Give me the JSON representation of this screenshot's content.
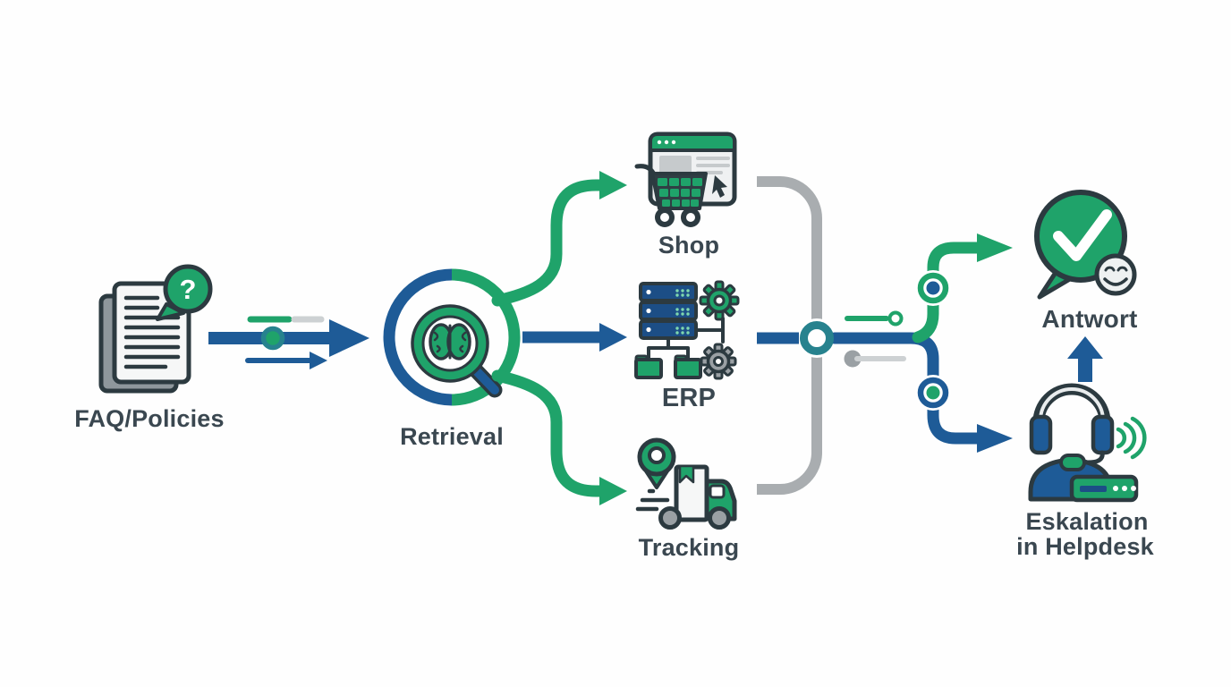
{
  "palette": {
    "green": "#1FA36A",
    "blue": "#1E5B97",
    "navy": "#1C4E86",
    "teal": "#27828E",
    "outline": "#2C3A40",
    "text": "#3A4750",
    "gray": "#A9ADB0",
    "gray_light": "#CDD1D3",
    "gray_mid": "#9AA0A4",
    "paper_gray": "#8E979C",
    "surface": "#EFF1F2",
    "background": "#FEFEFE"
  },
  "nodes": {
    "faq": {
      "label": "FAQ/Policies",
      "icon": "documents-question-icon",
      "badge_glyph": "?"
    },
    "retrieval": {
      "label": "Retrieval",
      "icon": "magnifier-brain-icon"
    },
    "shop": {
      "label": "Shop",
      "icon": "webshop-cart-icon"
    },
    "erp": {
      "label": "ERP",
      "icon": "server-gears-folders-icon"
    },
    "tracking": {
      "label": "Tracking",
      "icon": "delivery-truck-pin-icon"
    },
    "antwort": {
      "label": "Antwort",
      "icon": "chat-check-smiley-icon"
    },
    "eskalation": {
      "label_line1": "Eskalation",
      "label_line2": "in Helpdesk",
      "icon": "helpdesk-headset-icon"
    }
  },
  "edges": [
    {
      "from": "faq",
      "to": "retrieval",
      "color": "blue"
    },
    {
      "from": "retrieval",
      "to": "shop",
      "color": "green"
    },
    {
      "from": "retrieval",
      "to": "erp",
      "color": "blue"
    },
    {
      "from": "retrieval",
      "to": "tracking",
      "color": "green"
    },
    {
      "from": "sources-collector",
      "to": "antwort",
      "color": "green"
    },
    {
      "from": "sources-collector",
      "to": "eskalation",
      "color": "blue"
    },
    {
      "from": "eskalation",
      "to": "antwort",
      "color": "blue"
    }
  ]
}
